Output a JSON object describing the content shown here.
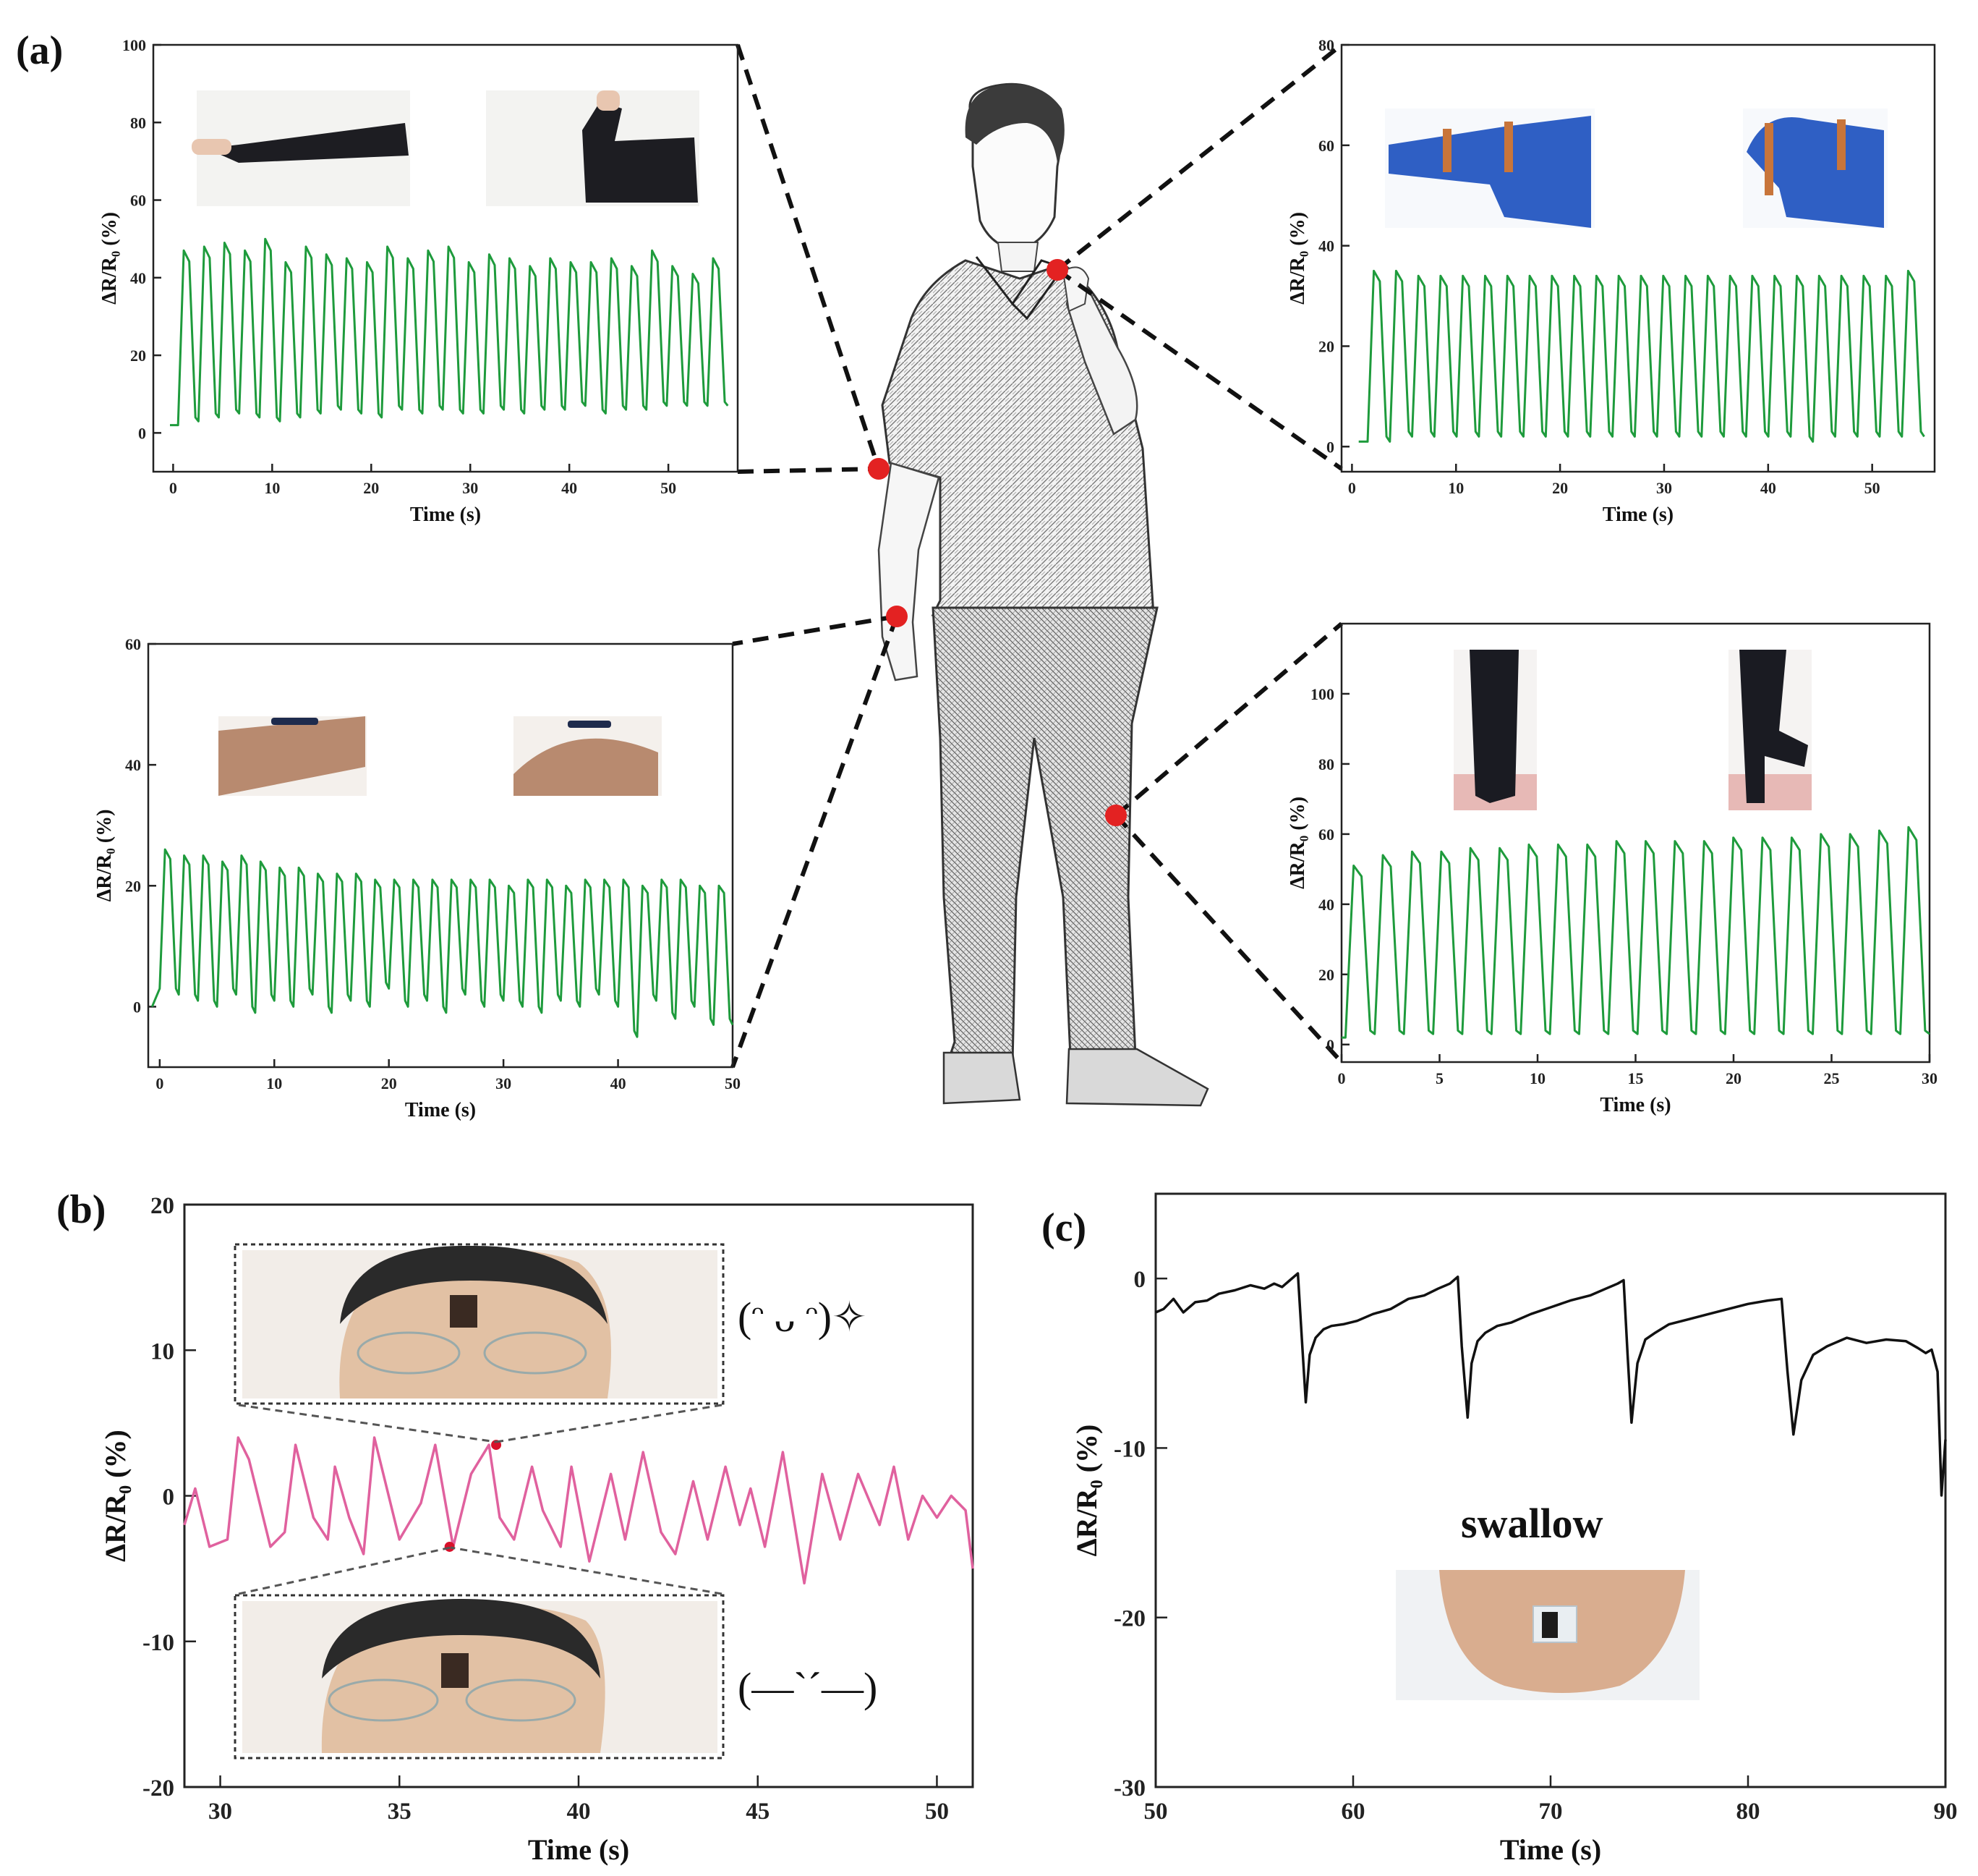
{
  "panel_labels": [
    "(a)",
    "(b)",
    "(c)"
  ],
  "chart_data": [
    {
      "id": "elbow",
      "type": "line",
      "xlabel": "Time (s)",
      "ylabel": "ΔR/R₀ (%)",
      "xlim": [
        -2,
        57
      ],
      "ylim": [
        -10,
        100
      ],
      "xticks": [
        0,
        10,
        20,
        30,
        40,
        50
      ],
      "yticks": [
        0,
        20,
        40,
        60,
        80,
        100
      ],
      "color": "#1e9b3c",
      "series": [
        {
          "cycles": 27,
          "x_start": 0.5,
          "x_end": 56,
          "base": 2,
          "lows": [
            2,
            3,
            4,
            5,
            4,
            3,
            4,
            5,
            6,
            5,
            4,
            6,
            5,
            6,
            5,
            5,
            6,
            5,
            6,
            6,
            7,
            5,
            6,
            6,
            7,
            7,
            7
          ],
          "peaks": [
            47,
            48,
            49,
            47,
            50,
            44,
            48,
            46,
            45,
            44,
            48,
            45,
            47,
            48,
            44,
            46,
            45,
            43,
            45,
            44,
            44,
            45,
            43,
            47,
            43,
            41,
            45
          ]
        }
      ]
    },
    {
      "id": "finger",
      "type": "line",
      "xlabel": "Time (s)",
      "ylabel": "ΔR/R₀ (%)",
      "xlim": [
        -1,
        56
      ],
      "ylim": [
        -5,
        80
      ],
      "xticks": [
        0,
        10,
        20,
        30,
        40,
        50
      ],
      "yticks": [
        0,
        20,
        40,
        60,
        80
      ],
      "color": "#1e9b3c",
      "series": [
        {
          "cycles": 25,
          "x_start": 1.5,
          "x_end": 55,
          "base": 1,
          "lows": [
            1,
            1,
            2,
            2,
            2,
            2,
            2,
            2,
            2,
            2,
            2,
            2,
            2,
            2,
            2,
            2,
            2,
            2,
            2,
            2,
            1,
            2,
            2,
            2,
            2
          ],
          "peaks": [
            35,
            35,
            34,
            34,
            34,
            34,
            34,
            34,
            34,
            34,
            34,
            34,
            34,
            34,
            34,
            34,
            34,
            34,
            34,
            34,
            34,
            34,
            34,
            34,
            35
          ]
        }
      ]
    },
    {
      "id": "wrist",
      "type": "line",
      "xlabel": "Time (s)",
      "ylabel": "ΔR/R₀ (%)",
      "xlim": [
        -1,
        50
      ],
      "ylim": [
        -10,
        60
      ],
      "xticks": [
        0,
        10,
        20,
        30,
        40,
        50
      ],
      "yticks": [
        0,
        20,
        40,
        60
      ],
      "color": "#1e9b3c",
      "series": [
        {
          "cycles": 30,
          "x_start": 0,
          "x_end": 50,
          "base": 0,
          "lows": [
            3,
            2,
            1,
            0,
            2,
            -1,
            1,
            0,
            2,
            -1,
            1,
            0,
            3,
            0,
            1,
            -1,
            2,
            0,
            1,
            0,
            -1,
            1,
            0,
            2,
            0,
            -5,
            1,
            -2,
            0,
            -3
          ],
          "peaks": [
            26,
            25,
            25,
            24,
            25,
            24,
            23,
            23,
            22,
            22,
            22,
            21,
            21,
            21,
            21,
            21,
            21,
            21,
            20,
            21,
            21,
            20,
            21,
            21,
            21,
            20,
            21,
            21,
            20,
            20
          ]
        }
      ]
    },
    {
      "id": "knee",
      "type": "line",
      "xlabel": "Time (s)",
      "ylabel": "ΔR/R₀ (%)",
      "xlim": [
        0,
        30
      ],
      "ylim": [
        -5,
        120
      ],
      "xticks": [
        0,
        5,
        10,
        15,
        20,
        25,
        30
      ],
      "yticks": [
        0,
        20,
        40,
        60,
        80,
        100
      ],
      "color": "#1e9b3c",
      "series": [
        {
          "cycles": 20,
          "x_start": 0.2,
          "x_end": 30,
          "base": 2,
          "lows": [
            2,
            3,
            3,
            3,
            3,
            3,
            3,
            3,
            3,
            3,
            3,
            3,
            3,
            3,
            3,
            3,
            3,
            3,
            3,
            3
          ],
          "peaks": [
            51,
            54,
            55,
            55,
            56,
            56,
            57,
            57,
            57,
            58,
            58,
            58,
            58,
            59,
            59,
            59,
            60,
            60,
            61,
            62
          ]
        }
      ]
    },
    {
      "id": "eye",
      "type": "line",
      "xlabel": "Time (s)",
      "ylabel": "ΔR/R₀ (%)",
      "xlim": [
        29,
        51
      ],
      "ylim": [
        -20,
        20
      ],
      "xticks": [
        30,
        35,
        40,
        45,
        50
      ],
      "yticks": [
        -20,
        -10,
        0,
        10,
        20
      ],
      "color": "#e0619e",
      "series": [
        {
          "x": [
            29.0,
            29.3,
            29.7,
            30.2,
            30.5,
            30.8,
            31.4,
            31.8,
            32.1,
            32.6,
            33.0,
            33.2,
            33.6,
            34.0,
            34.3,
            35.0,
            35.6,
            36.0,
            36.5,
            37.0,
            37.5,
            37.8,
            38.2,
            38.7,
            39.0,
            39.5,
            39.8,
            40.3,
            40.9,
            41.3,
            41.8,
            42.3,
            42.7,
            43.2,
            43.6,
            44.1,
            44.5,
            44.8,
            45.2,
            45.7,
            46.3,
            46.8,
            47.3,
            47.8,
            48.4,
            48.8,
            49.2,
            49.6,
            50.0,
            50.4,
            50.8,
            51.0
          ],
          "y": [
            -2,
            0.5,
            -3.5,
            -3,
            4,
            2.5,
            -3.5,
            -2.5,
            3.5,
            -1.5,
            -3,
            2,
            -1.5,
            -4,
            4,
            -3,
            -0.5,
            3.5,
            -3.5,
            1.5,
            3.5,
            -1.5,
            -3,
            2,
            -1,
            -3.5,
            2,
            -4.5,
            1.5,
            -3,
            3,
            -2.5,
            -4,
            1,
            -3,
            2,
            -2,
            0.5,
            -3.5,
            3,
            -6,
            1.5,
            -3,
            1.5,
            -2,
            2,
            -3,
            0,
            -1.5,
            0,
            -1,
            -5
          ]
        }
      ],
      "markers": [
        {
          "x": 37.7,
          "y": 3.5
        },
        {
          "x": 36.4,
          "y": -3.5
        }
      ],
      "annotations": [
        "(ᵔ ᴗ ᵔ)✧",
        "(—`´—)"
      ]
    },
    {
      "id": "swallow",
      "type": "line",
      "xlabel": "Time (s)",
      "ylabel": "ΔR/R₀ (%)",
      "xlim": [
        50,
        90
      ],
      "ylim": [
        -30,
        5
      ],
      "xticks": [
        50,
        60,
        70,
        80,
        90
      ],
      "yticks": [
        -30,
        -20,
        -10,
        0
      ],
      "color": "#111111",
      "series": [
        {
          "x": [
            50.0,
            50.4,
            50.9,
            51.4,
            52.0,
            52.6,
            53.2,
            54.0,
            54.8,
            55.5,
            56.0,
            56.4,
            56.8,
            57.2,
            57.4,
            57.6,
            57.8,
            58.1,
            58.5,
            58.9,
            59.5,
            60.2,
            61.0,
            61.9,
            62.8,
            63.6,
            64.3,
            64.9,
            65.3,
            65.5,
            65.8,
            66.0,
            66.3,
            66.7,
            67.3,
            68.0,
            69.0,
            70.0,
            71.0,
            72.0,
            72.8,
            73.4,
            73.7,
            73.9,
            74.1,
            74.4,
            74.8,
            75.3,
            76.0,
            77.0,
            78.0,
            79.0,
            80.0,
            81.0,
            81.7,
            82.0,
            82.3,
            82.7,
            83.3,
            84.0,
            85.0,
            86.0,
            87.0,
            88.0,
            88.6,
            89.0,
            89.3,
            89.6,
            89.8,
            90.0
          ],
          "y": [
            -2,
            -1.8,
            -1.2,
            -2,
            -1.4,
            -1.3,
            -0.9,
            -0.7,
            -0.4,
            -0.6,
            -0.3,
            -0.5,
            -0.1,
            0.3,
            -3.5,
            -7.3,
            -4.5,
            -3.5,
            -3,
            -2.8,
            -2.7,
            -2.5,
            -2.1,
            -1.8,
            -1.2,
            -1,
            -0.6,
            -0.3,
            0.1,
            -4,
            -8.2,
            -5,
            -3.7,
            -3.2,
            -2.8,
            -2.6,
            -2.1,
            -1.7,
            -1.3,
            -1,
            -0.6,
            -0.3,
            -0.1,
            -4.5,
            -8.5,
            -5,
            -3.6,
            -3.2,
            -2.7,
            -2.4,
            -2.1,
            -1.8,
            -1.5,
            -1.3,
            -1.2,
            -5.5,
            -9.2,
            -6,
            -4.5,
            -4.0,
            -3.5,
            -3.8,
            -3.6,
            -3.7,
            -4.1,
            -4.4,
            -4.2,
            -5.5,
            -12.8,
            -9.5
          ]
        }
      ],
      "annotations": [
        "swallow"
      ]
    }
  ]
}
